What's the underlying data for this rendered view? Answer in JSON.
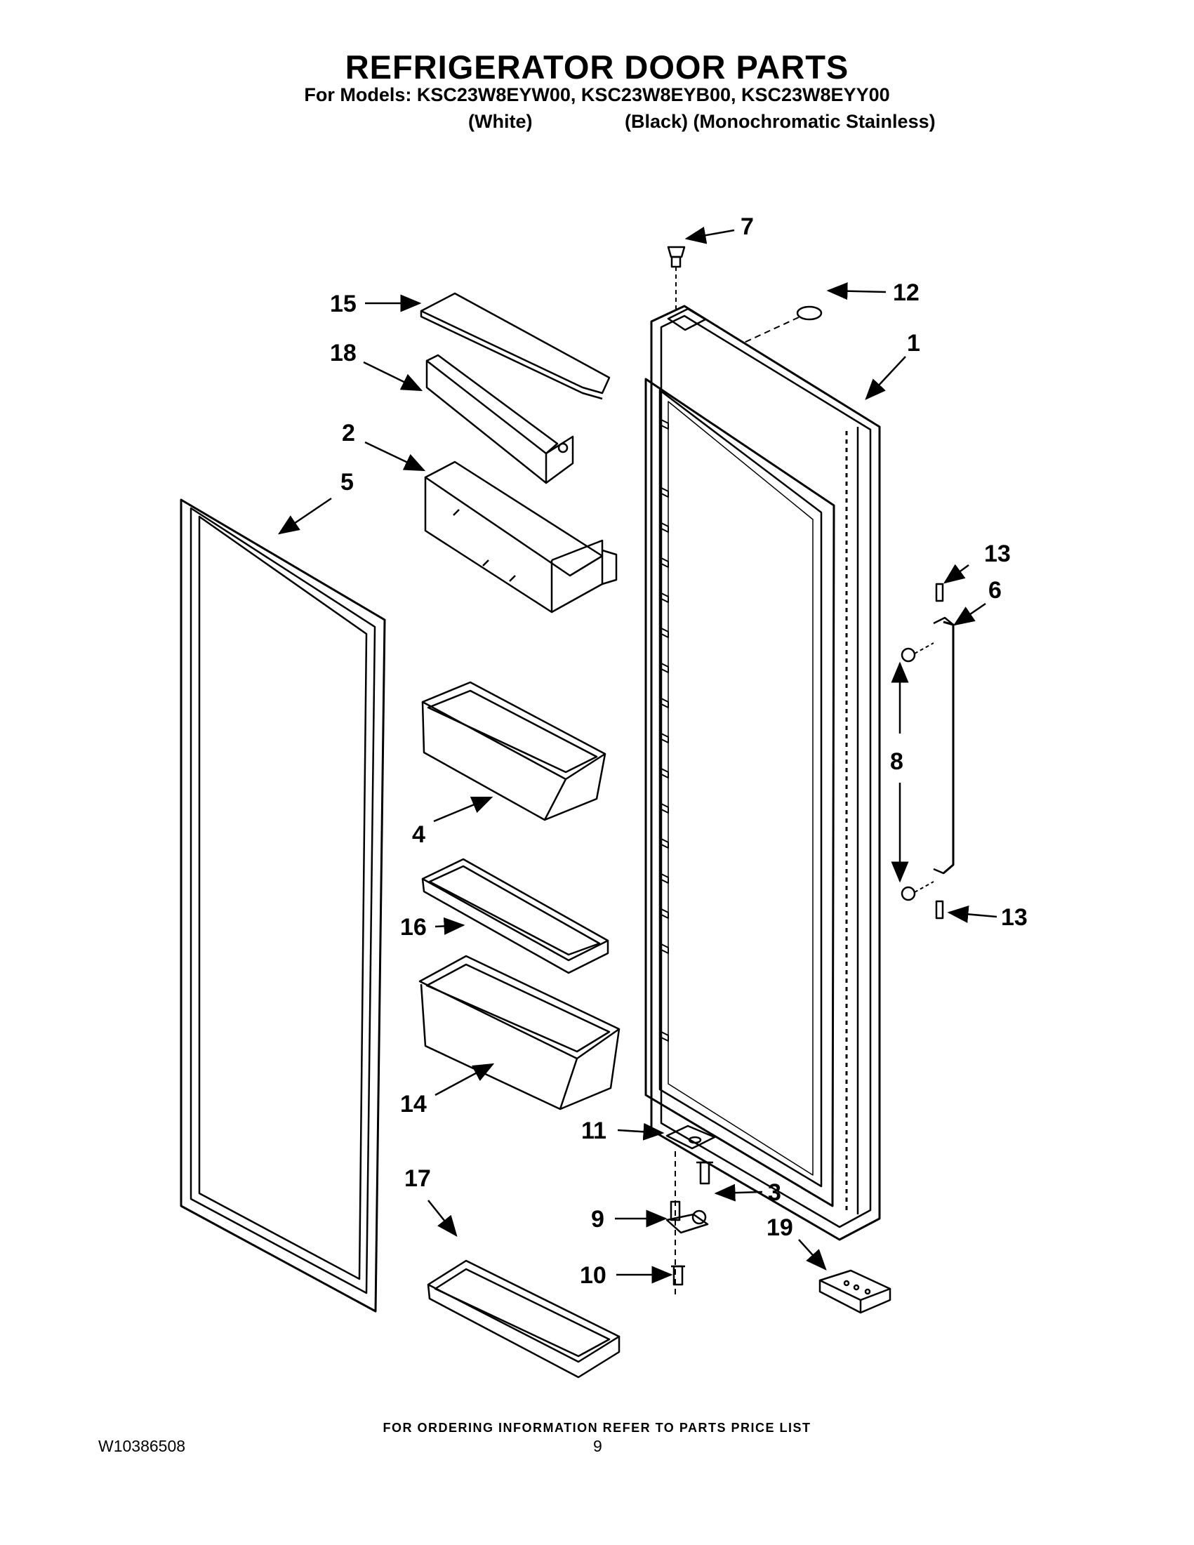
{
  "header": {
    "title": "REFRIGERATOR DOOR PARTS",
    "models_line": "For Models: KSC23W8EYW00, KSC23W8EYB00, KSC23W8EYY00",
    "color_white": "(White)",
    "color_black_stainless": "(Black) (Monochromatic Stainless)"
  },
  "callouts": [
    "1",
    "2",
    "3",
    "4",
    "5",
    "6",
    "7",
    "8",
    "9",
    "10",
    "11",
    "12",
    "13",
    "13",
    "14",
    "15",
    "16",
    "17",
    "18",
    "19"
  ],
  "footer": {
    "ordering_note": "FOR ORDERING INFORMATION REFER TO PARTS PRICE LIST",
    "document_number": "W10386508",
    "page_number": "9"
  }
}
